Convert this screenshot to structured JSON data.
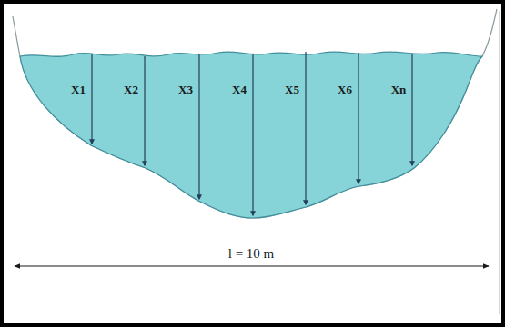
{
  "diagram": {
    "labels": [
      "X1",
      "X2",
      "X3",
      "X4",
      "X5",
      "X6",
      "Xn",
      "l = 10 m"
    ]
  }
}
